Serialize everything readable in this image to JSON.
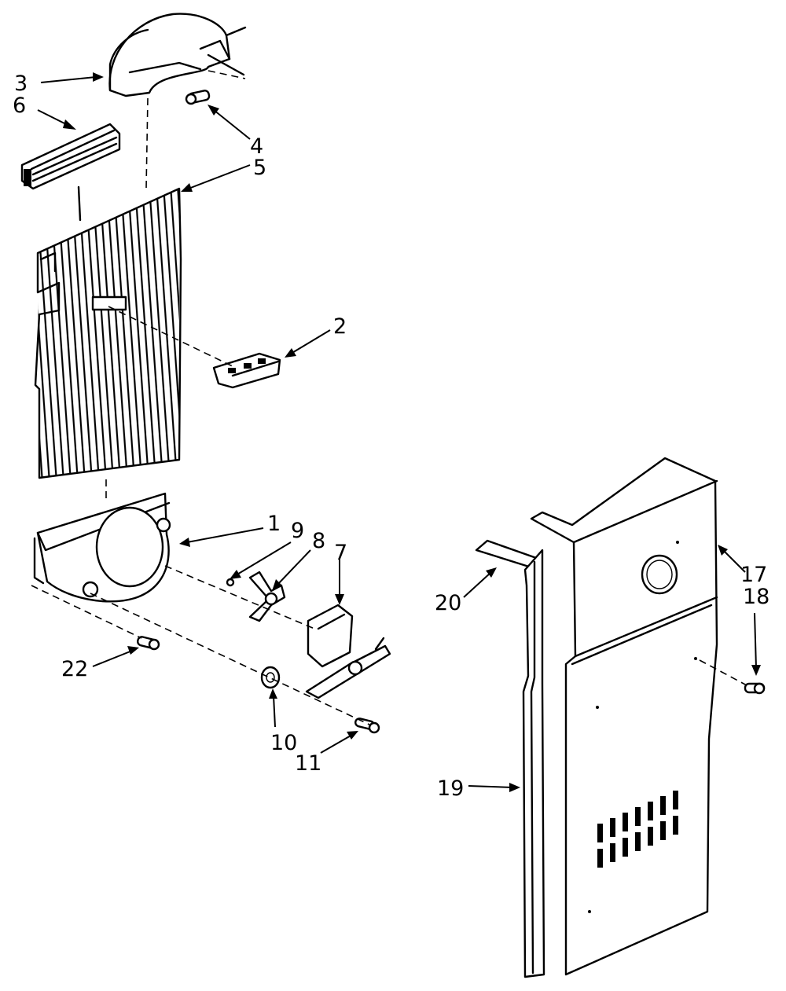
{
  "diagram": {
    "callouts": [
      {
        "id": "c3",
        "text": "3"
      },
      {
        "id": "c6",
        "text": "6"
      },
      {
        "id": "c4",
        "text": "4"
      },
      {
        "id": "c5",
        "text": "5"
      },
      {
        "id": "c2",
        "text": "2"
      },
      {
        "id": "c1",
        "text": "1"
      },
      {
        "id": "c9",
        "text": "9"
      },
      {
        "id": "c8",
        "text": "8"
      },
      {
        "id": "c7",
        "text": "7"
      },
      {
        "id": "c22",
        "text": "22"
      },
      {
        "id": "c10",
        "text": "10"
      },
      {
        "id": "c11",
        "text": "11"
      },
      {
        "id": "c20",
        "text": "20"
      },
      {
        "id": "c17",
        "text": "17"
      },
      {
        "id": "c18",
        "text": "18"
      },
      {
        "id": "c19",
        "text": "19"
      }
    ]
  }
}
